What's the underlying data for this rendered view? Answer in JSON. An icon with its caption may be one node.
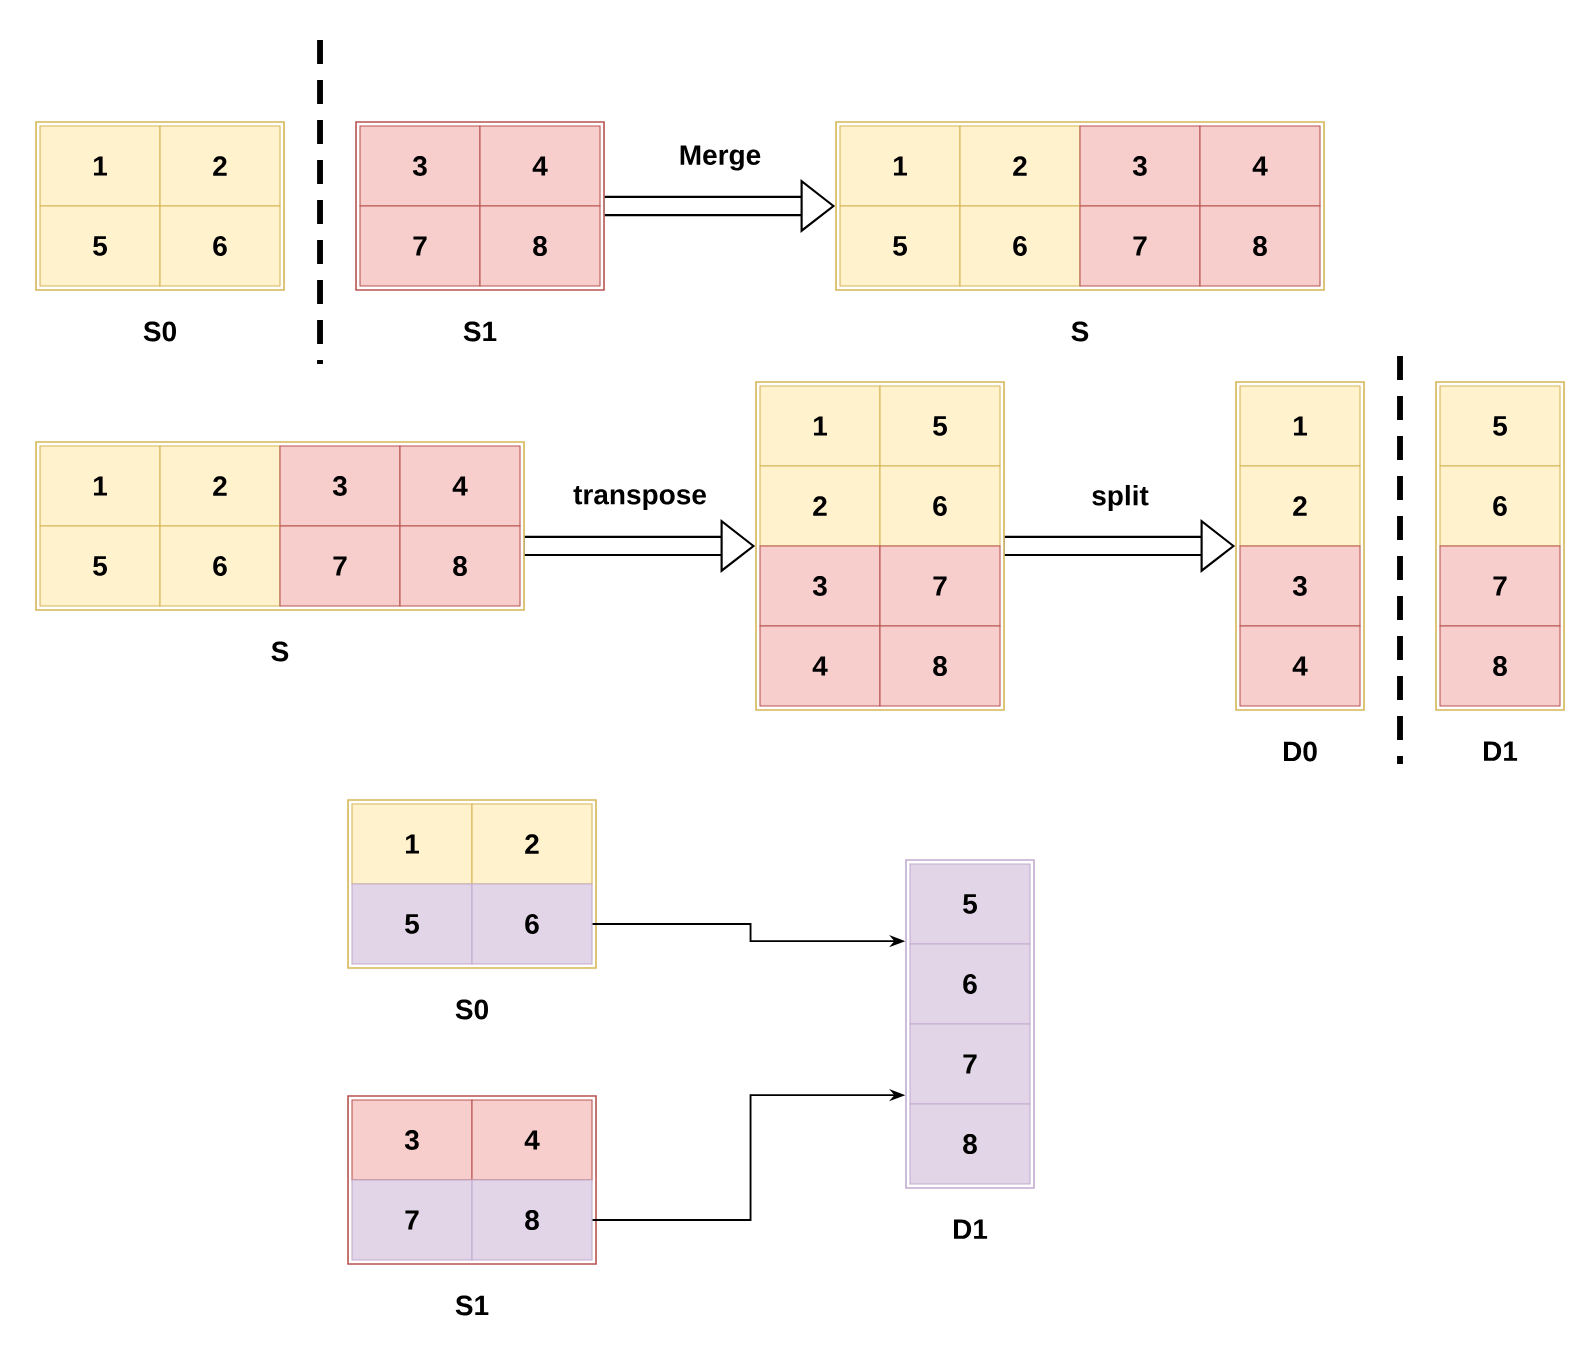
{
  "diagram": {
    "nodes": [
      {
        "text": [
          "S0"
        ]
      },
      {
        "text": [
          "1"
        ],
        "in": 0
      },
      {
        "text": [
          "2"
        ],
        "in": 0
      },
      {
        "text": [
          "5"
        ],
        "in": 0
      },
      {
        "text": [
          "6"
        ],
        "in": 0
      },
      {
        "text": [
          "S1"
        ]
      },
      {
        "text": [
          "3"
        ],
        "in": 5
      },
      {
        "text": [
          "4"
        ],
        "in": 5
      },
      {
        "text": [
          "7"
        ],
        "in": 5
      },
      {
        "text": [
          "8"
        ],
        "in": 5
      },
      {
        "text": [
          "S"
        ]
      },
      {
        "text": [
          "1"
        ],
        "in": 10
      },
      {
        "text": [
          "2"
        ],
        "in": 10
      },
      {
        "text": [
          "3"
        ],
        "in": 10
      },
      {
        "text": [
          "4"
        ],
        "in": 10
      },
      {
        "text": [
          "5"
        ],
        "in": 10
      },
      {
        "text": [
          "6"
        ],
        "in": 10
      },
      {
        "text": [
          "7"
        ],
        "in": 10
      },
      {
        "text": [
          "8"
        ],
        "in": 10
      },
      {
        "text": [
          "S"
        ]
      },
      {
        "text": [
          "1"
        ],
        "in": 19
      },
      {
        "text": [
          "2"
        ],
        "in": 19
      },
      {
        "text": [
          "3"
        ],
        "in": 19
      },
      {
        "text": [
          "4"
        ],
        "in": 19
      },
      {
        "text": [
          "5"
        ],
        "in": 19
      },
      {
        "text": [
          "6"
        ],
        "in": 19
      },
      {
        "text": [
          "7"
        ],
        "in": 19
      },
      {
        "text": [
          "8"
        ],
        "in": 19
      },
      {
        "text": [],
        "shape": "box"
      },
      {
        "text": [
          "1"
        ],
        "in": 28
      },
      {
        "text": [
          "5"
        ],
        "in": 28
      },
      {
        "text": [
          "2"
        ],
        "in": 28
      },
      {
        "text": [
          "6"
        ],
        "in": 28
      },
      {
        "text": [
          "3"
        ],
        "in": 28
      },
      {
        "text": [
          "7"
        ],
        "in": 28
      },
      {
        "text": [
          "4"
        ],
        "in": 28
      },
      {
        "text": [
          "8"
        ],
        "in": 28
      },
      {
        "text": [
          "D0"
        ]
      },
      {
        "text": [
          "1"
        ],
        "in": 37
      },
      {
        "text": [
          "2"
        ],
        "in": 37
      },
      {
        "text": [
          "3"
        ],
        "in": 37
      },
      {
        "text": [
          "4"
        ],
        "in": 37
      },
      {
        "text": [
          "D1"
        ]
      },
      {
        "text": [
          "5"
        ],
        "in": 42
      },
      {
        "text": [
          "6"
        ],
        "in": 42
      },
      {
        "text": [
          "7"
        ],
        "in": 42
      },
      {
        "text": [
          "8"
        ],
        "in": 42
      },
      {
        "text": [
          "S0"
        ]
      },
      {
        "text": [
          "1"
        ],
        "in": 47
      },
      {
        "text": [
          "2"
        ],
        "in": 47
      },
      {
        "text": [
          "5"
        ],
        "in": 47
      },
      {
        "text": [
          "6"
        ],
        "in": 47
      },
      {
        "text": [
          "S1"
        ]
      },
      {
        "text": [
          "3"
        ],
        "in": 52
      },
      {
        "text": [
          "4"
        ],
        "in": 52
      },
      {
        "text": [
          "7"
        ],
        "in": 52
      },
      {
        "text": [
          "8"
        ],
        "in": 52
      },
      {
        "text": [
          "D1"
        ]
      },
      {
        "text": [
          "5"
        ],
        "in": 57
      },
      {
        "text": [
          "6"
        ],
        "in": 57
      },
      {
        "text": [
          "7"
        ],
        "in": 57
      },
      {
        "text": [
          "8"
        ],
        "in": 57
      }
    ],
    "edges": [
      {
        "from": 5,
        "to": 10,
        "arrow": "to",
        "label": "Merge"
      },
      {
        "from": 19,
        "to": 28,
        "arrow": "to",
        "label": "transpose"
      },
      {
        "from": 28,
        "to": 37,
        "arrow": "to",
        "label": "split"
      },
      {
        "from": 51,
        "to": 57,
        "arrow": "to"
      },
      {
        "from": 56,
        "to": 57,
        "arrow": "to"
      }
    ]
  }
}
